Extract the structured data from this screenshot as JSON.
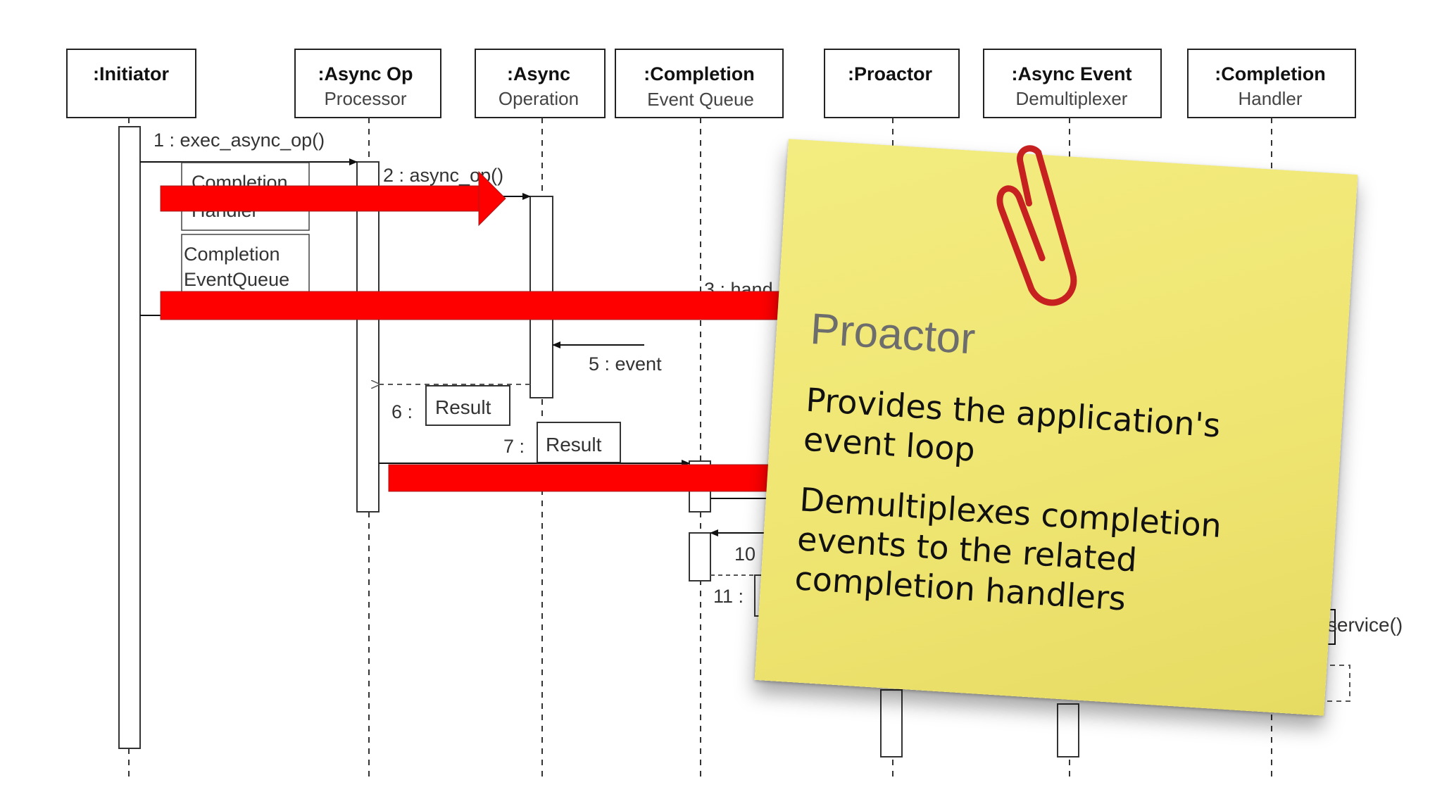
{
  "lifelines": [
    {
      "name": ":Initiator",
      "sub": ""
    },
    {
      "name": ":Async Op",
      "sub": "Processor"
    },
    {
      "name": ":Async",
      "sub": "Operation"
    },
    {
      "name": ":Completion",
      "sub": "Event Queue"
    },
    {
      "name": ":Proactor",
      "sub": ""
    },
    {
      "name": ":Async Event",
      "sub": "Demultiplexer"
    },
    {
      "name": ":Completion",
      "sub": "Handler"
    }
  ],
  "messages": {
    "m1": "1 : exec_async_op()",
    "m2": "2 : async_op()",
    "m3": "3 : hand",
    "m5": "5 : event",
    "m6": "6 :",
    "m7": "7 :",
    "m10": "10",
    "m11": "11 :",
    "m13": "3 : service()"
  },
  "boxes": {
    "completion_handler_1": "Completion",
    "completion_handler_2": "Handler",
    "completion_queue_1": "Completion",
    "completion_queue_2": "EventQueue",
    "result6": "Result",
    "result7": "Result"
  },
  "note": {
    "title": "Proactor",
    "point1": "Provides the application's event loop",
    "point2": "Demultiplexes completion events to the related completion handlers"
  },
  "colors": {
    "highlight_arrow": "#ff0000",
    "note_background": "#f0e775",
    "paperclip": "#cc2020"
  }
}
